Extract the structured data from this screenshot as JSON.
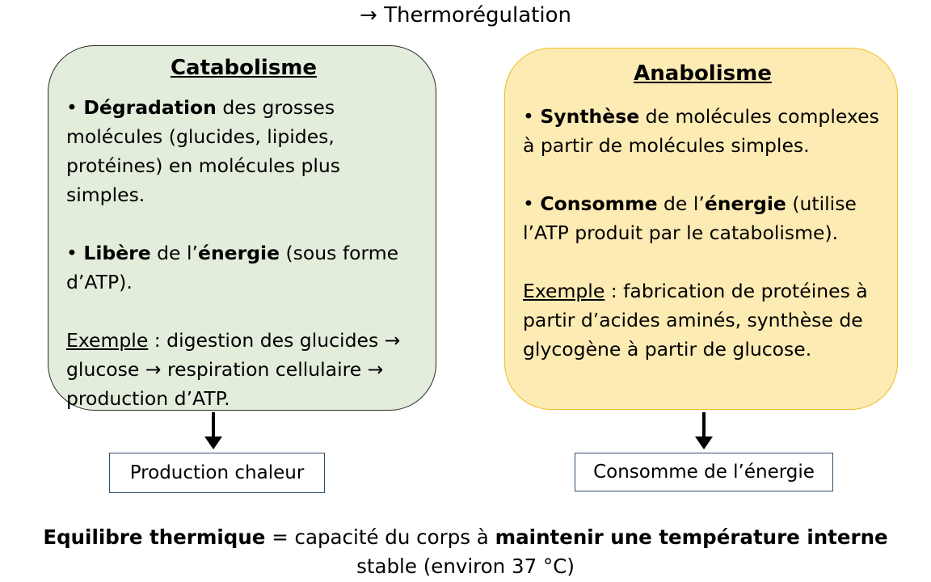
{
  "header": {
    "arrow": "→",
    "title": "Thermorégulation"
  },
  "catabolism": {
    "title": "Catabolisme",
    "p1": {
      "bullet": "• ",
      "bold": "Dégradation",
      "rest": " des grosses molécules (glucides, lipides, protéines) en molécules plus simples."
    },
    "p2": {
      "bullet": "• ",
      "bold1": "Libère",
      "mid": " de l’",
      "bold2": "énergie",
      "rest": " (sous forme d’ATP)."
    },
    "p3": {
      "label": "Exemple",
      "rest": " : digestion des glucides → glucose → respiration cellulaire → production d’ATP."
    },
    "result": "Production chaleur"
  },
  "anabolism": {
    "title": "Anabolisme",
    "p1": {
      "bullet": "• ",
      "bold": "Synthèse",
      "rest": " de molécules complexes à partir de molécules simples."
    },
    "p2": {
      "bullet": "• ",
      "bold1": "Consomme",
      "mid": " de l’",
      "bold2": "énergie",
      "rest": " (utilise l’ATP produit par le catabolisme)."
    },
    "p3": {
      "label": "Exemple",
      "rest": " : fabrication de protéines à partir d’acides aminés, synthèse de glycogène à partir de glucose."
    },
    "result": "Consomme de l’énergie"
  },
  "footer": {
    "bold1": "Equilibre thermique",
    "mid": " = capacité du corps à ",
    "bold2": "maintenir une température interne",
    "line2": "stable (environ 37 °C)"
  },
  "colors": {
    "catabolism_fill": "#e2eddb",
    "anabolism_fill": "#fdebb4",
    "anabolism_border": "#f0bd1e",
    "result_border": "#2f4f6f"
  }
}
